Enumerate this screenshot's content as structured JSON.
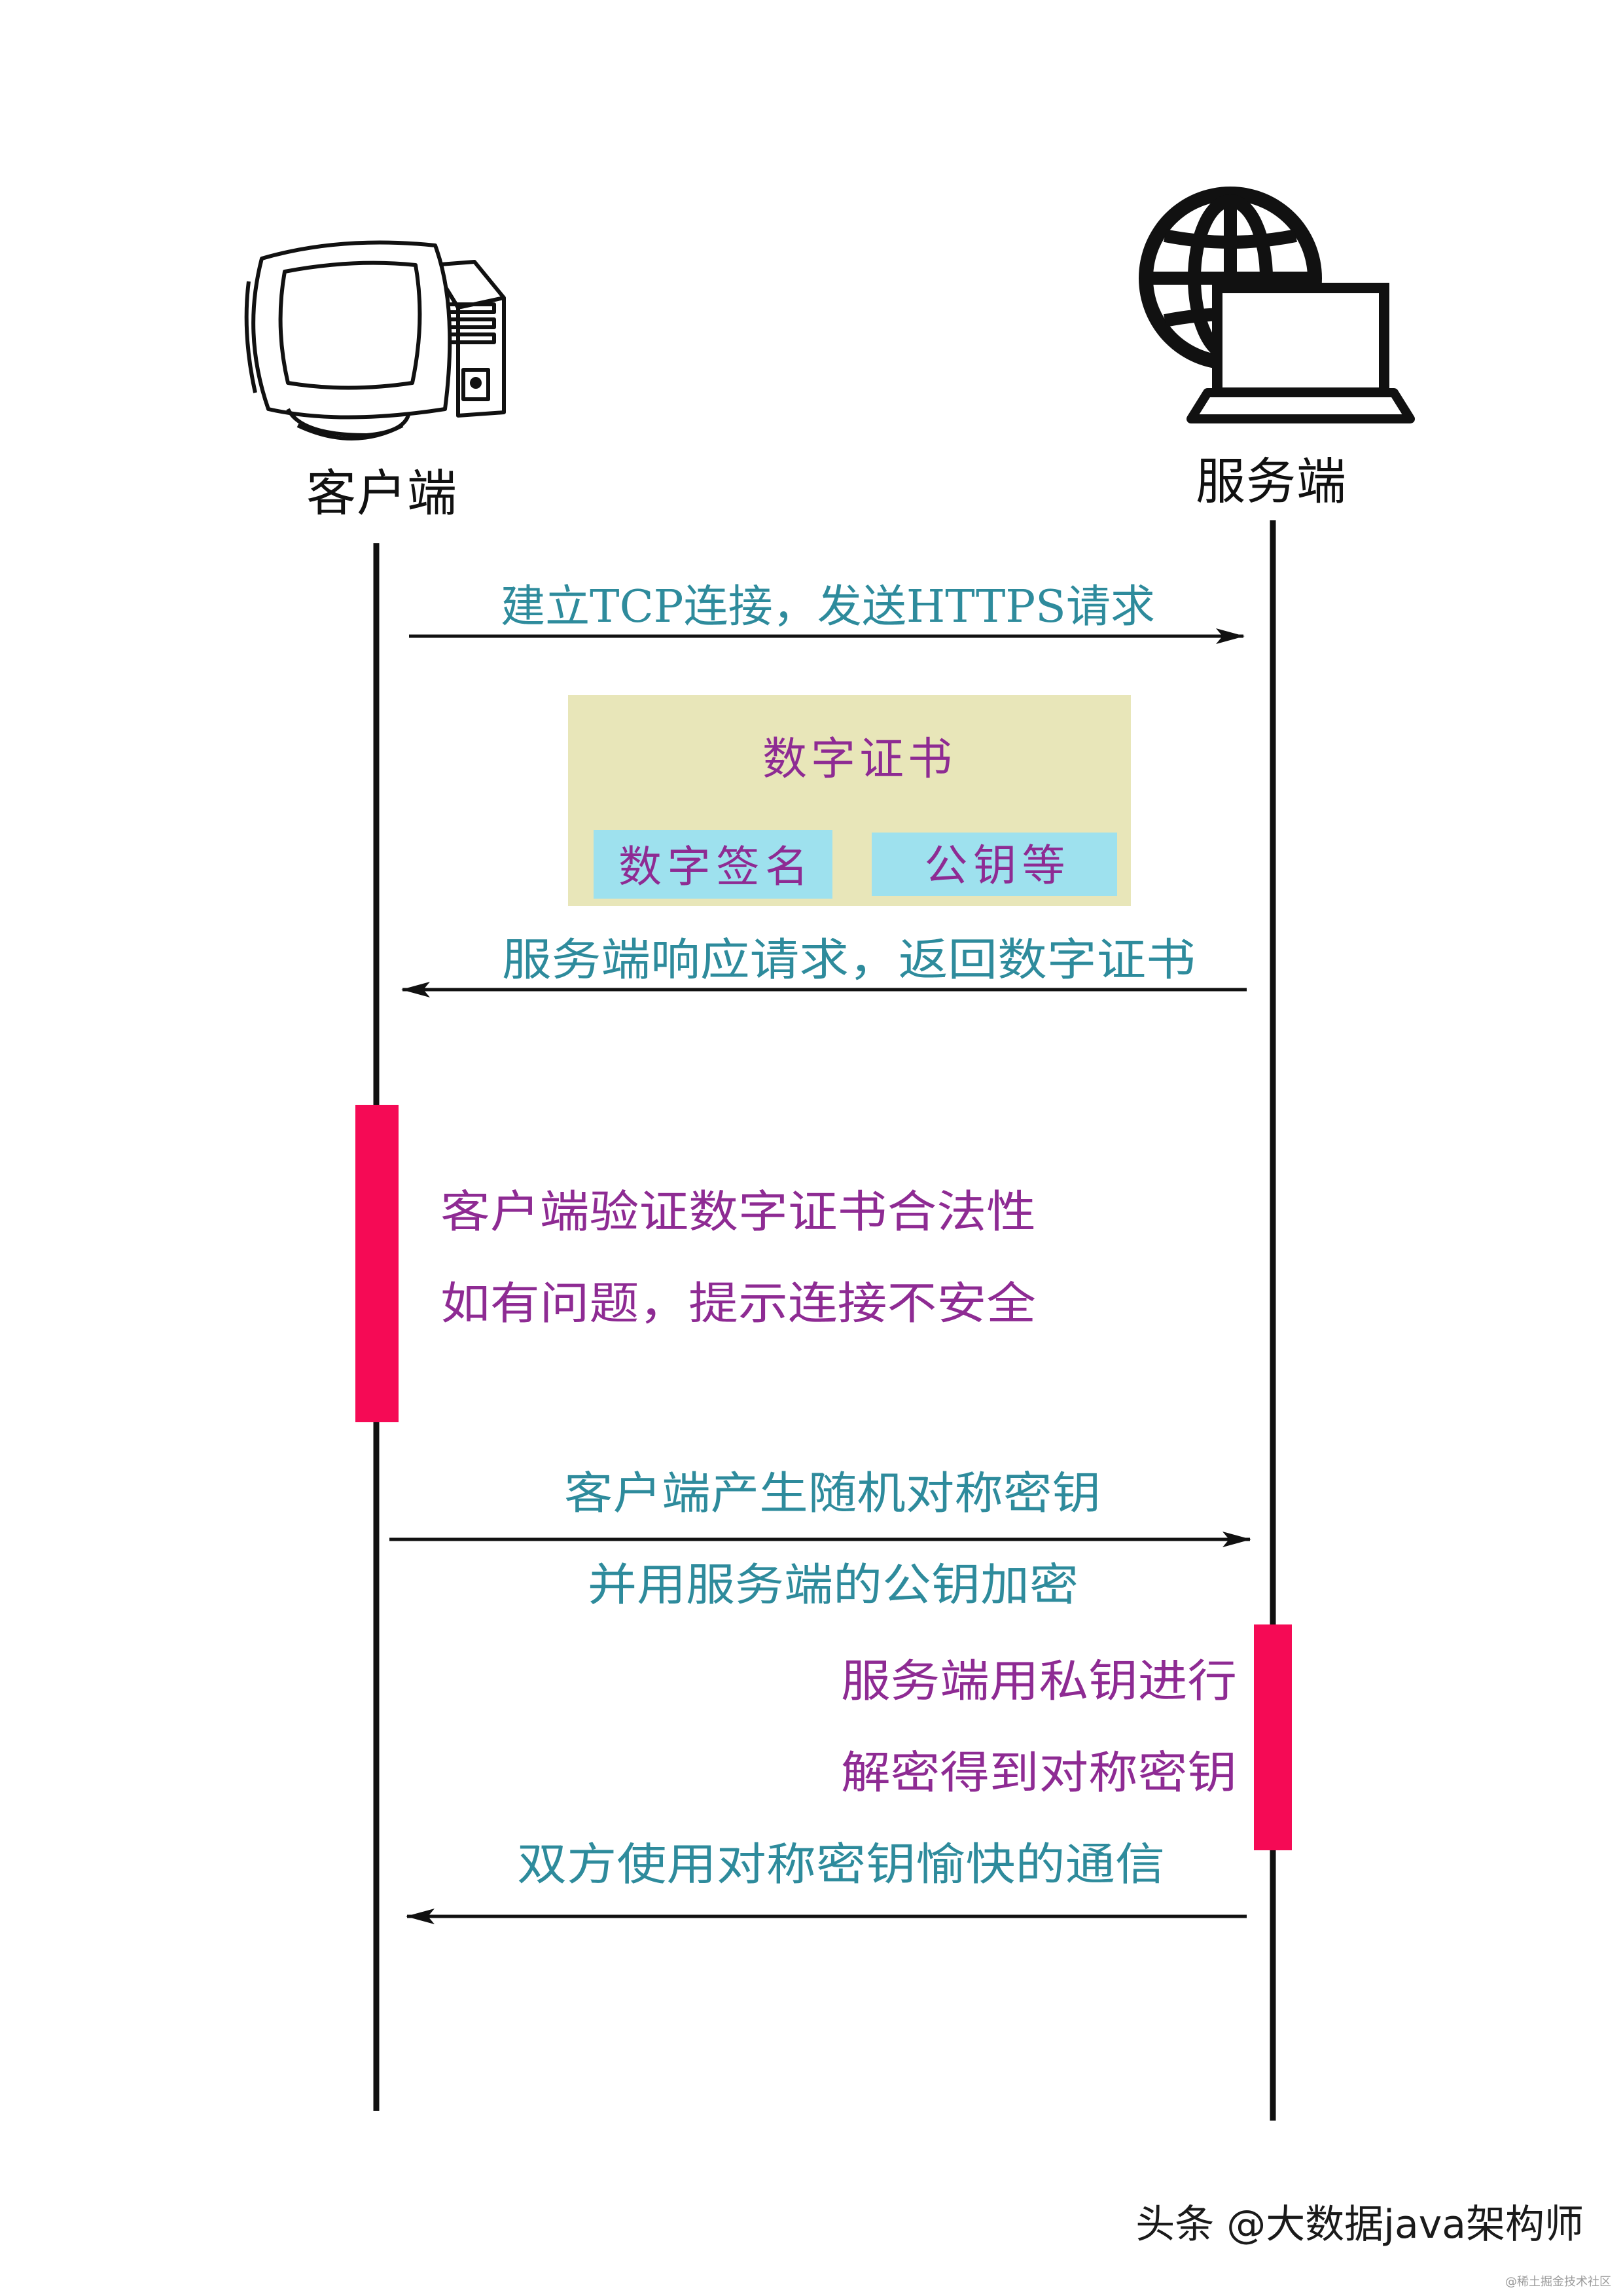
{
  "actors": {
    "client": {
      "label": "客户端",
      "icon": "desktop-computer-icon"
    },
    "server": {
      "label": "服务端",
      "icon": "globe-laptop-icon"
    }
  },
  "messages": {
    "step1": "建立TCP连接，发送HTTPS请求",
    "step2": "服务端响应请求，返回数字证书",
    "step4_line1": "客户端产生随机对称密钥",
    "step4_line2": "并用服务端的公钥加密",
    "step6": "双方使用对称密钥愉快的通信"
  },
  "certificate": {
    "title": "数字证书",
    "signature": "数字签名",
    "public_key": "公钥等"
  },
  "client_activation": {
    "line1": "客户端验证数字证书合法性",
    "line2": "如有问题，提示连接不安全"
  },
  "server_activation": {
    "line1": "服务端用私钥进行",
    "line2": "解密得到对称密钥"
  },
  "watermark": {
    "main": "头条 @大数据java架构师",
    "small": "@稀土掘金技术社区"
  },
  "colors": {
    "teal_text": "#2e8b9c",
    "purple_text": "#8e2b93",
    "activation_bar": "#f50a55",
    "certificate_bg": "#e8e6b9",
    "chip_bg": "#9ee1ee"
  }
}
